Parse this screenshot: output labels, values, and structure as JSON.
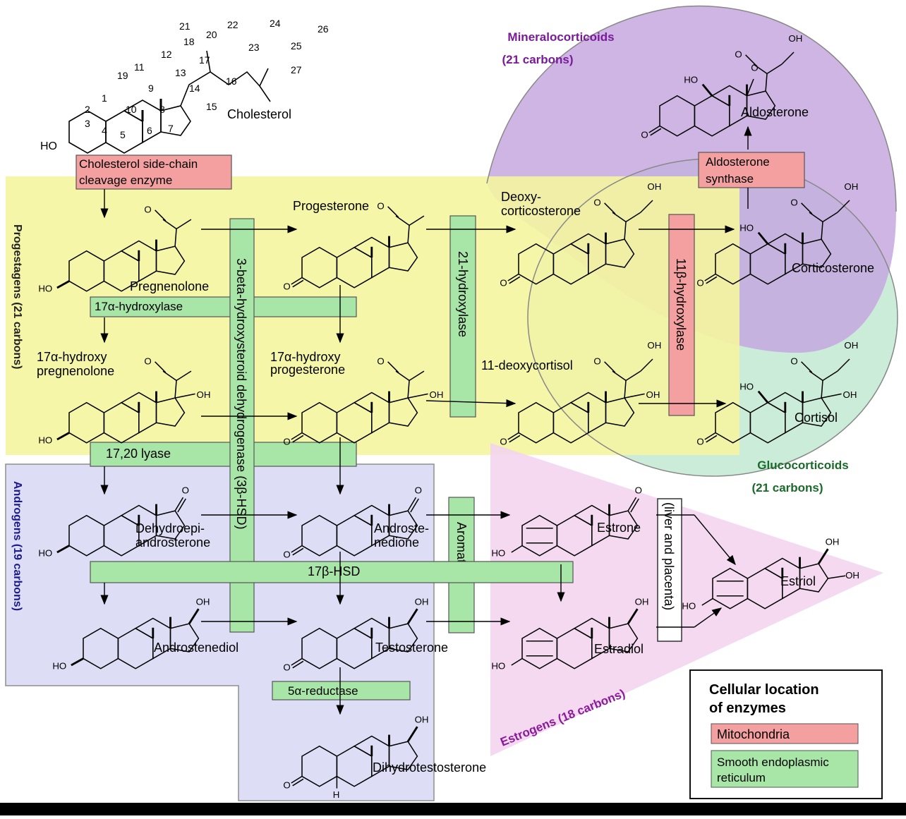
{
  "classes": {
    "progestagens": "Progestagens (21 carbons)",
    "androgens": "Androgens (19 carbons)",
    "estrogens": "Estrogens (18 carbons)",
    "mineralocorticoids": [
      "Mineralocorticoids",
      "(21 carbons)"
    ],
    "glucocorticoids": [
      "Glucocorticoids",
      "(21 carbons)"
    ]
  },
  "molecules": {
    "cholesterol": "Cholesterol",
    "pregnenolone": "Pregnenolone",
    "progesterone": "Progesterone",
    "deoxycorticosterone": [
      "Deoxy-",
      "corticosterone"
    ],
    "corticosterone": "Corticosterone",
    "aldosterone": "Aldosterone",
    "hydroxypregnenolone": [
      "17α-hydroxy",
      "pregnenolone"
    ],
    "hydroxyprogesterone": [
      "17α-hydroxy",
      "progesterone"
    ],
    "deoxycortisol": "11-deoxycortisol",
    "cortisol": "Cortisol",
    "dhea": [
      "Dehydroepi-",
      "androsterone"
    ],
    "androstenedione": [
      "Androste-",
      "nedione"
    ],
    "estrone": "Estrone",
    "estriol": "Estriol",
    "androstenediol": "Androstenediol",
    "testosterone": "Testosterone",
    "estradiol": "Estradiol",
    "dht": "Dihydrotestosterone"
  },
  "enzymes": {
    "scc": [
      "Cholesterol side-chain",
      "cleavage enzyme"
    ],
    "hydroxylase17": "17α-hydroxylase",
    "lyase": "17,20 lyase",
    "hsd3b": "3-beta-hydroxysteroid dehydrogenase (3β-HSD)",
    "hydroxylase21": "21-hydroxylase",
    "hydroxylase11b": "11β-hydroxylase",
    "aldosterone_synthase": [
      "Aldosterone",
      "synthase"
    ],
    "aromatase": "Aromatase",
    "hsd17b": "17β-HSD",
    "reductase5a": "5α-reductase",
    "liver_placenta": "(liver and placenta)"
  },
  "legend": {
    "title": [
      "Cellular location",
      "of enzymes"
    ],
    "mito": "Mitochondria",
    "ser": [
      "Smooth endoplasmic",
      "reticulum"
    ]
  },
  "atoms": {
    "ho": "HO",
    "oh": "OH",
    "o": "O",
    "h": "H"
  },
  "cholesterol_numbers": [
    "1",
    "2",
    "3",
    "4",
    "5",
    "6",
    "7",
    "8",
    "9",
    "10",
    "11",
    "12",
    "13",
    "14",
    "15",
    "16",
    "17",
    "18",
    "19",
    "20",
    "21",
    "22",
    "23",
    "24",
    "25",
    "26",
    "27"
  ],
  "colors": {
    "progestagen_fill": "#f5f5a0",
    "androgen_fill": "#dcdcf5",
    "estrogen_fill": "#f3d5ee",
    "mineralo_fill": "#c6a8de",
    "gluco_fill": "#b8e6cc",
    "mito_enzyme": "#f5a0a0",
    "ser_enzyme": "#a8e6a8",
    "mineralo_text": "#7a1a9a",
    "gluco_text": "#1a6a2a",
    "androgen_text": "#1a1a8a",
    "estrogen_text": "#8a1a9a"
  }
}
